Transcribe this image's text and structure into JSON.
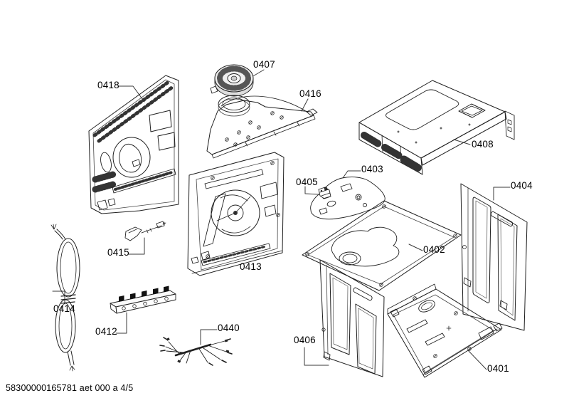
{
  "footer": {
    "doc_code": "58300000165781 aet 000 a 4/5"
  },
  "parts": {
    "p0401": {
      "label": "0401"
    },
    "p0402": {
      "label": "0402"
    },
    "p0403": {
      "label": "0403"
    },
    "p0404": {
      "label": "0404"
    },
    "p0405": {
      "label": "0405"
    },
    "p0406": {
      "label": "0406"
    },
    "p0407": {
      "label": "0407"
    },
    "p0408": {
      "label": "0408"
    },
    "p0412": {
      "label": "0412"
    },
    "p0413": {
      "label": "0413"
    },
    "p0414": {
      "label": "0414"
    },
    "p0415": {
      "label": "0415"
    },
    "p0416": {
      "label": "0416"
    },
    "p0418": {
      "label": "0418"
    },
    "p0440": {
      "label": "0440"
    }
  },
  "colors": {
    "line": "#1f1f1f",
    "background": "#ffffff"
  }
}
